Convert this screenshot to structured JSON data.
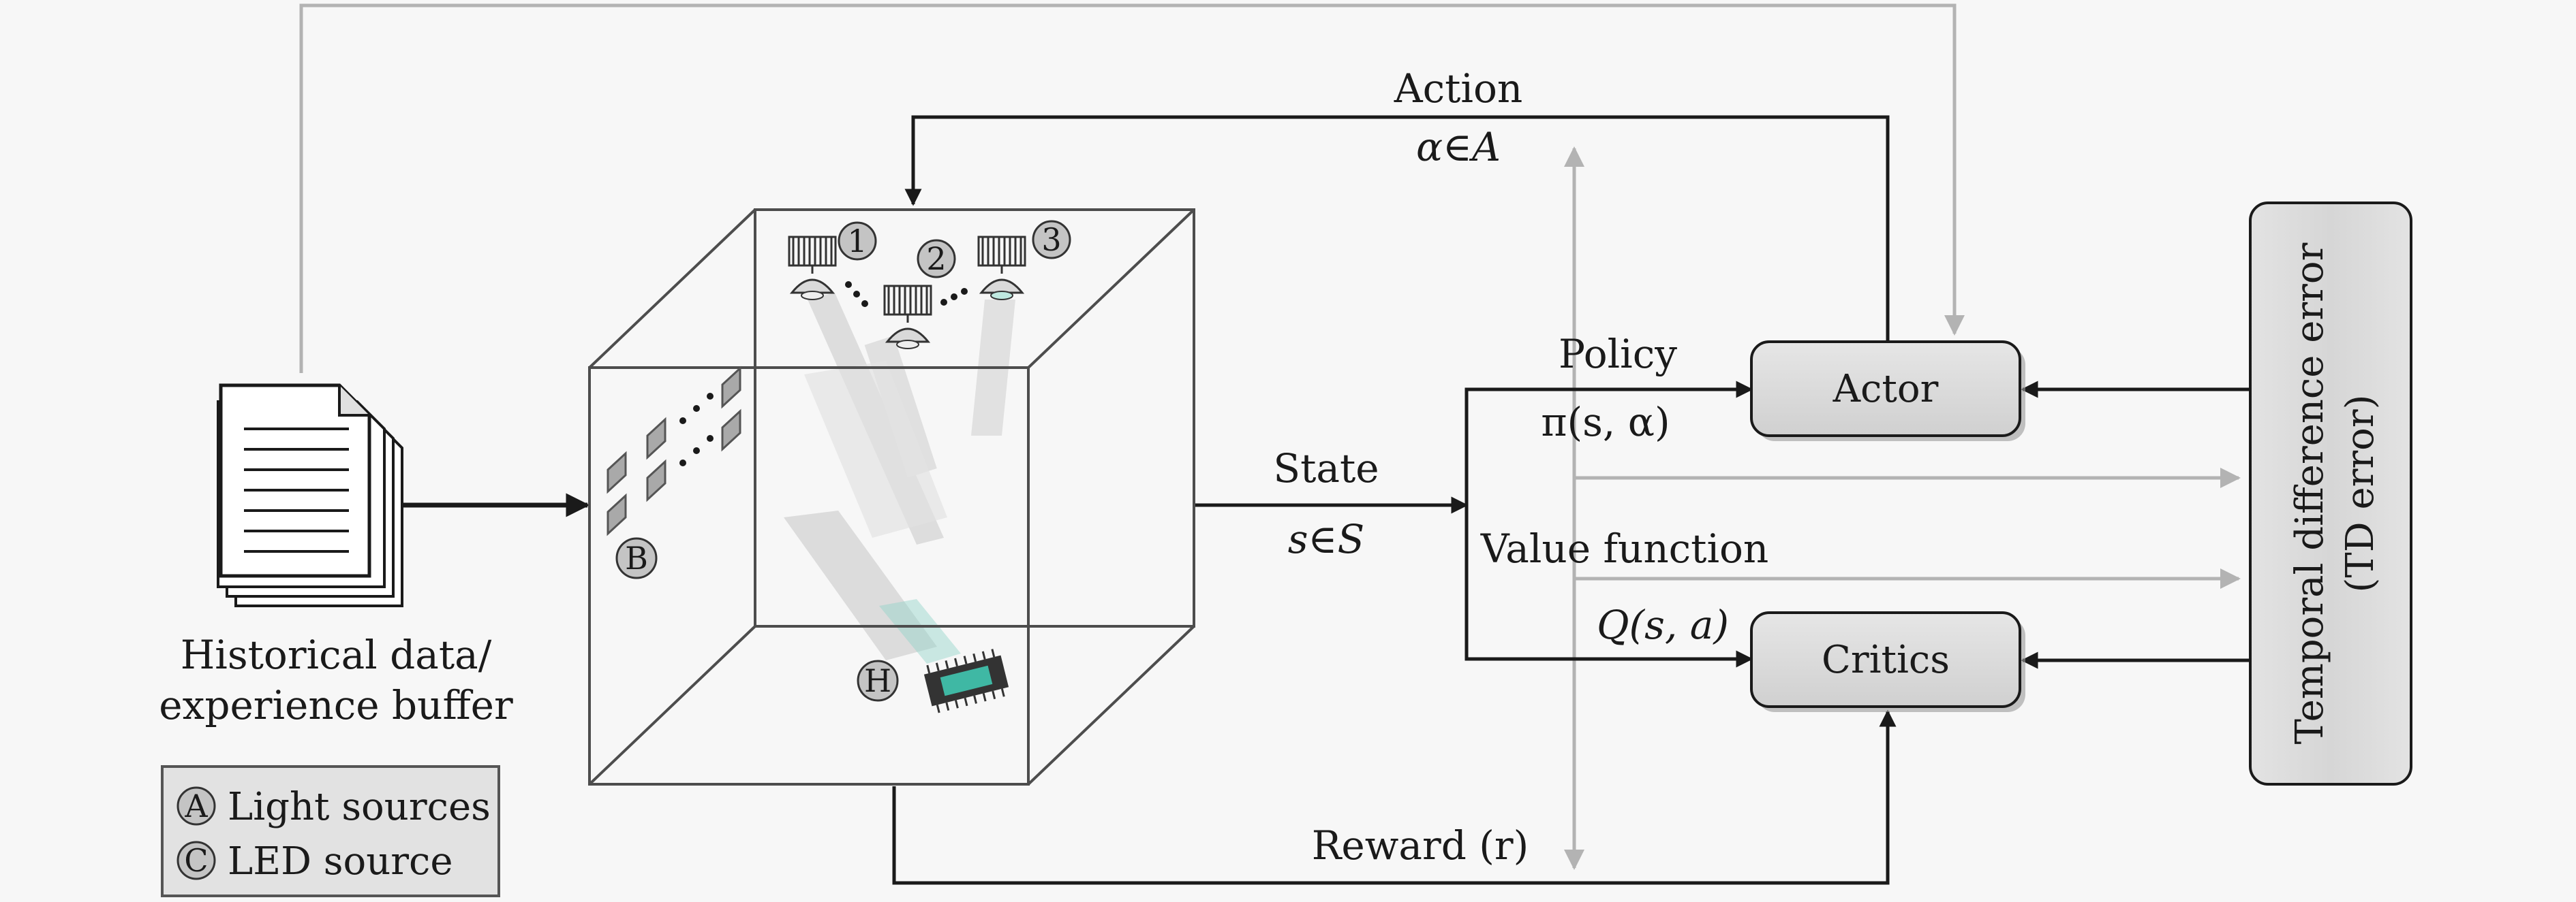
{
  "labels": {
    "action": "Action",
    "action_math": "α∈A",
    "policy": "Policy",
    "policy_math": "π(s, α)",
    "state": "State",
    "state_math": "s∈S",
    "value_function": "Value function",
    "value_math": "Q(s, a)",
    "reward": "Reward (r)",
    "actor": "Actor",
    "critics": "Critics",
    "td_line1": "Temporal difference error",
    "td_line2": "(TD error)",
    "history_line1": "Historical data/",
    "history_line2": "experience buffer"
  },
  "markers": {
    "light_1": "1",
    "light_2": "2",
    "light_3": "3",
    "board": "B",
    "chip": "H"
  },
  "legend": {
    "items": [
      {
        "symbol": "A",
        "label": "Light sources"
      },
      {
        "symbol": "C",
        "label": "LED source"
      }
    ]
  },
  "colors": {
    "line": "#1a1a1a",
    "gray_line": "#b3b3b3",
    "box_fill": "#dcdcdc",
    "teal": "#3fb8a4"
  }
}
